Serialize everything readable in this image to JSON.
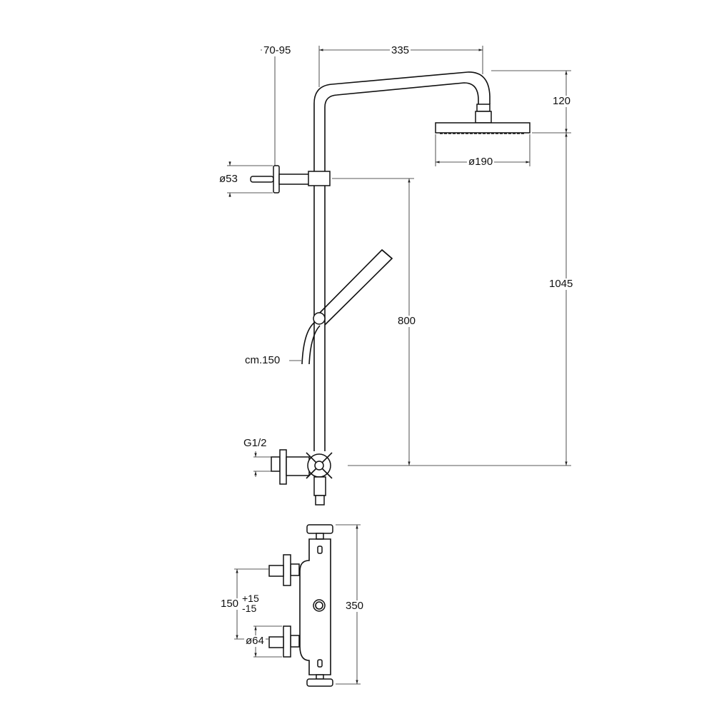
{
  "dimensions": {
    "wall_offset": "70-95",
    "arm_length": "335",
    "head_drop": "120",
    "head_diameter": "ø190",
    "total_height": "1045",
    "bracket_height": "800",
    "bracket_diameter": "ø53",
    "hose_length": "cm.150",
    "inlet_thread": "G1/2",
    "inlet_spacing": "150",
    "inlet_tolerance_plus": "+15",
    "inlet_tolerance_minus": "-15",
    "flange_diameter": "ø64",
    "mixer_height": "350"
  }
}
